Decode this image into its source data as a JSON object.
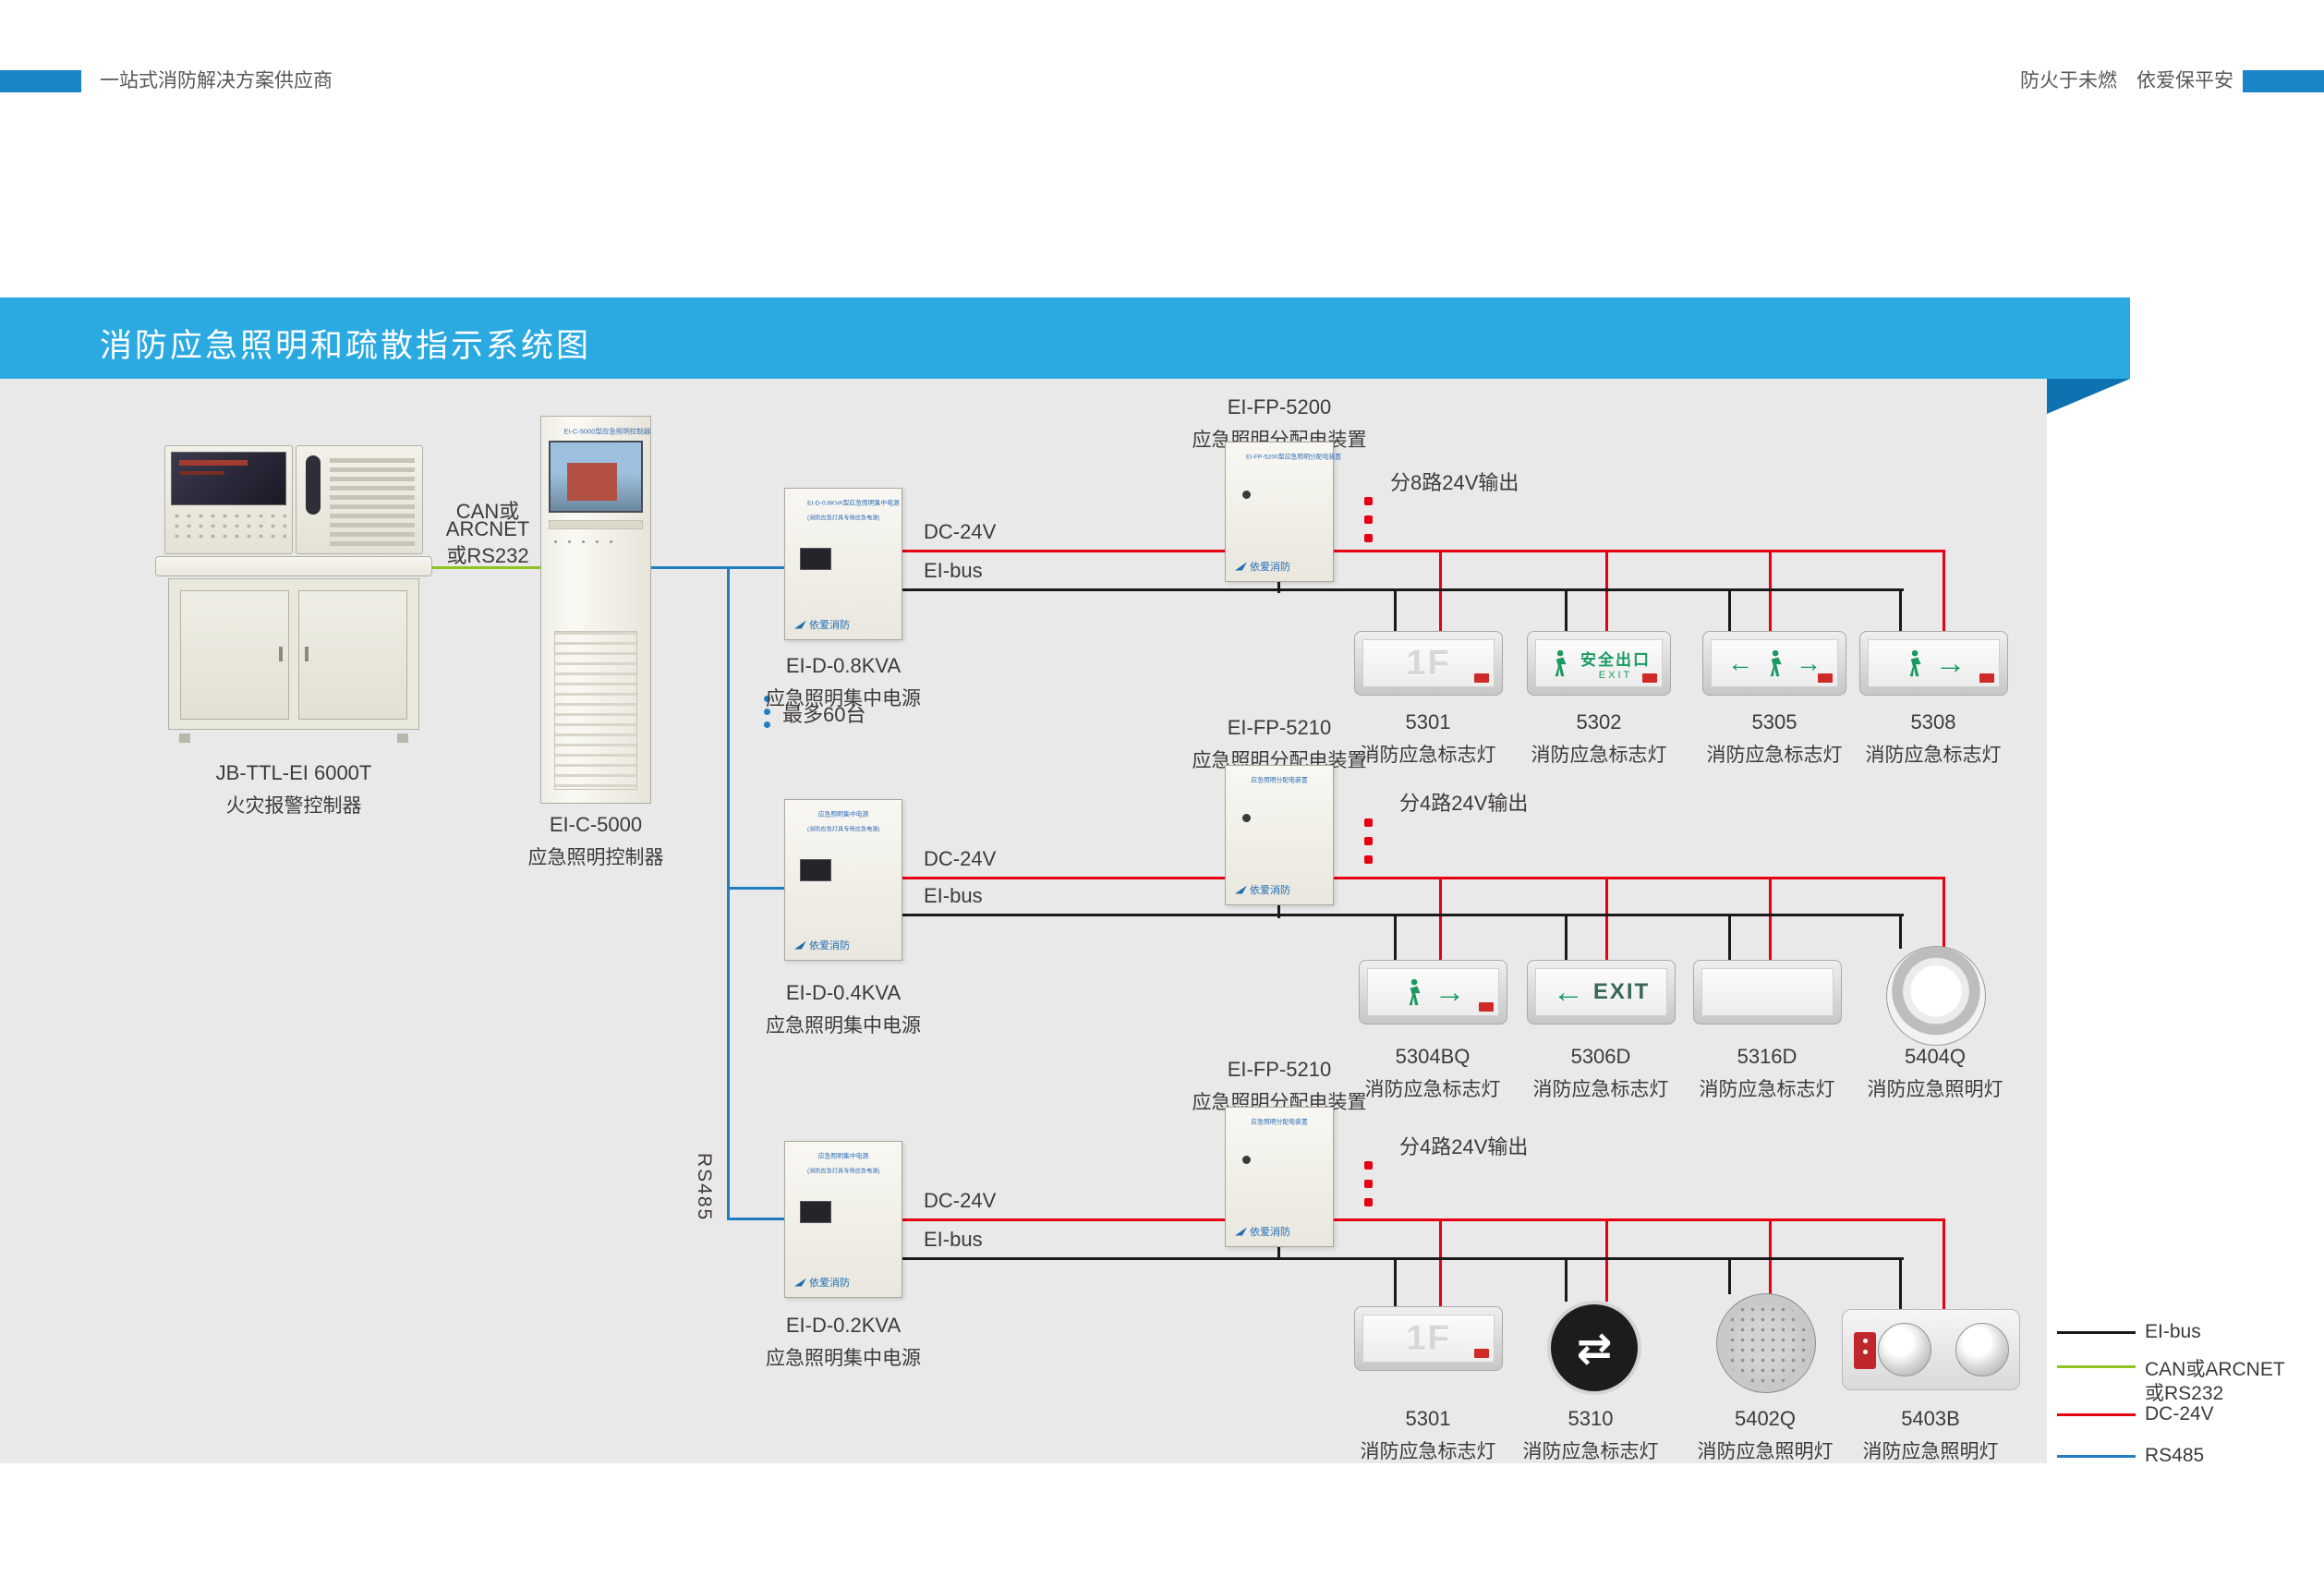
{
  "header": {
    "left_tagline": "一站式消防解决方案供应商",
    "right_tagline": "防火于未燃　依爱保平安"
  },
  "banner": {
    "title": "消防应急照明和疏散指示系统图"
  },
  "brand": "依爱消防",
  "fire_alarm_controller": {
    "model": "JB-TTL-EI 6000T",
    "name": "火灾报警控制器"
  },
  "lighting_controller": {
    "model": "EI-C-5000",
    "name": "应急照明控制器",
    "panel_text": "EI-C-5000型应急照明控制器"
  },
  "link_label": {
    "line1": "CAN或",
    "line2": "ARCNET",
    "line3": "或RS232"
  },
  "riser": {
    "bus_label": "RS485",
    "max_units": "最多60台"
  },
  "power_supplies": [
    {
      "model": "EI-D-0.8KVA",
      "name": "应急照明集中电源",
      "panel_line1": "EI-D-0.8KVA型应急照明集中电源",
      "panel_line2": "(消防应急灯具专用应急电源)",
      "dc_label": "DC-24V",
      "bus_label": "EI-bus"
    },
    {
      "model": "EI-D-0.4KVA",
      "name": "应急照明集中电源",
      "panel_line1": "应急照明集中电源",
      "panel_line2": "(消防应急灯具专用应急电源)",
      "dc_label": "DC-24V",
      "bus_label": "EI-bus"
    },
    {
      "model": "EI-D-0.2KVA",
      "name": "应急照明集中电源",
      "panel_line1": "应急照明集中电源",
      "panel_line2": "(消防应急灯具专用应急电源)",
      "dc_label": "DC-24V",
      "bus_label": "EI-bus"
    }
  ],
  "distributors": [
    {
      "model": "EI-FP-5200",
      "name": "应急照明分配电装置",
      "panel_text": "EI-FP-5200型应急照明分配电装置",
      "output_label": "分8路24V输出"
    },
    {
      "model": "EI-FP-5210",
      "name": "应急照明分配电装置",
      "panel_text": "应急照明分配电装置",
      "output_label": "分4路24V输出"
    },
    {
      "model": "EI-FP-5210",
      "name": "应急照明分配电装置",
      "panel_text": "应急照明分配电装置",
      "output_label": "分4路24V输出"
    }
  ],
  "rows": [
    {
      "lamps": [
        {
          "model": "5301",
          "name": "消防应急标志灯"
        },
        {
          "model": "5302",
          "name": "消防应急标志灯"
        },
        {
          "model": "5305",
          "name": "消防应急标志灯"
        },
        {
          "model": "5308",
          "name": "消防应急标志灯"
        }
      ]
    },
    {
      "lamps": [
        {
          "model": "5304BQ",
          "name": "消防应急标志灯"
        },
        {
          "model": "5306D",
          "name": "消防应急标志灯"
        },
        {
          "model": "5316D",
          "name": "消防应急标志灯"
        },
        {
          "model": "5404Q",
          "name": "消防应急照明灯"
        }
      ]
    },
    {
      "lamps": [
        {
          "model": "5301",
          "name": "消防应急标志灯"
        },
        {
          "model": "5310",
          "name": "消防应急标志灯"
        },
        {
          "model": "5402Q",
          "name": "消防应急照明灯"
        },
        {
          "model": "5403B",
          "name": "消防应急照明灯"
        }
      ]
    }
  ],
  "sign_texts": {
    "floor": "1F",
    "exit_cn": "安全出口",
    "exit_en": "EXIT",
    "arrow_left": "←",
    "arrow_right": "→",
    "dual_arrow": "⇄"
  },
  "legend": [
    {
      "label": "EI-bus",
      "color": "#1a1a1a"
    },
    {
      "label": "CAN或ARCNET",
      "label2": "或RS232",
      "color": "#8fc31f"
    },
    {
      "label": "DC-24V",
      "color": "#e60012"
    },
    {
      "label": "RS485",
      "color": "#1f7ec2"
    }
  ]
}
